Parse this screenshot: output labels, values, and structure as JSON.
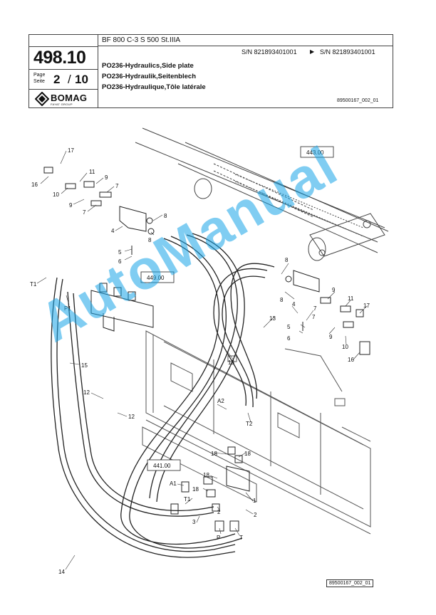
{
  "header": {
    "model": "BF 800 C-3 S 500 St.IIIA",
    "doc_number": "498.10",
    "page_label_de": "Seite",
    "page_label_en": "Page",
    "page_current": "2",
    "page_separator": "/",
    "page_total": "10",
    "sn_from": "S/N 821893401001",
    "sn_arrow": "▶",
    "sn_to": "S/N 821893401001",
    "title_en": "PO236-Hydraulics,Side plate",
    "title_de": "PO236-Hydraulik,Seitenblech",
    "title_fr": "PO236-Hydraulique,Tôle latérale",
    "ref": "89500167_002_01"
  },
  "logo": {
    "name": "BOMAG",
    "subtitle": "FAYAT GROUP"
  },
  "drawing": {
    "callouts": {
      "c443": "443.00",
      "c449": "449.00",
      "c441": "441.00"
    },
    "labels": {
      "l17a": "17",
      "l11a": "11",
      "l9a": "9",
      "l7a": "7",
      "l16a": "16",
      "l10a": "10",
      "l9b": "9",
      "l7b": "7",
      "l8a": "8",
      "l8b": "8",
      "l4a": "4",
      "l5a": "5",
      "l6a": "6",
      "lT1a": "T1",
      "lP1": "P1",
      "l15": "15",
      "l12a": "12",
      "l12b": "12",
      "l14": "14",
      "l8c": "8",
      "l4b": "4",
      "l8d": "8",
      "l13a": "13",
      "l13b": "13",
      "l7c": "7",
      "l9c": "9",
      "l11b": "11",
      "l17b": "17",
      "l5b": "5",
      "l6b": "6",
      "l7d": "7",
      "l9d": "9",
      "l10b": "10",
      "l16b": "16",
      "lA2": "A2",
      "lT2": "T2",
      "l18a": "18",
      "l18b": "18",
      "l18c": "18",
      "l18d": "18",
      "lA1": "A1",
      "lT1b": "T1",
      "l1": "1",
      "l2a": "2",
      "l2b": "2",
      "l3": "3",
      "lP": "P",
      "lT": "T"
    },
    "ref": "89500167_002_01"
  },
  "watermark": "AutoManual"
}
